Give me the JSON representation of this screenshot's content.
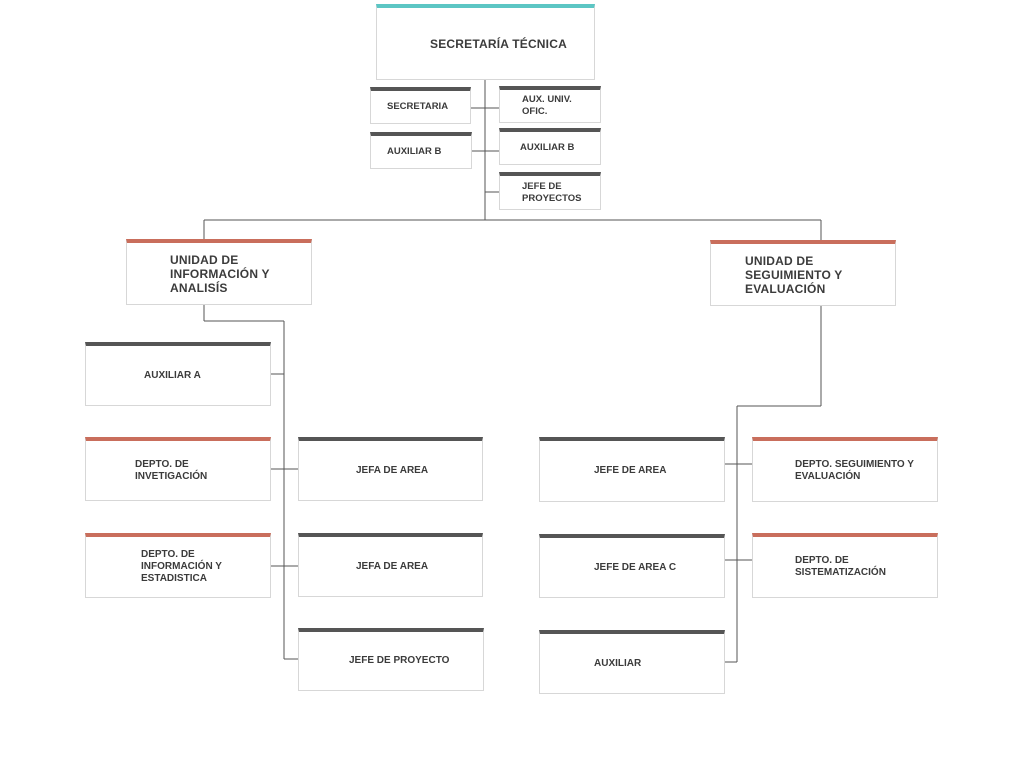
{
  "colors": {
    "line": "#555555",
    "accent_teal": "#5cc6c4",
    "accent_dark": "#555555",
    "accent_red": "#c96e5c",
    "box_border": "#d7d7d7",
    "text": "#3b3b3b"
  },
  "top": {
    "main": "SECRETARÍA TÉCNICA",
    "secretaria": "SECRETARIA",
    "aux_univ": "AUX. UNIV.\nOFIC.",
    "auxiliar_b_left": "AUXILIAR B",
    "auxiliar_b_right": "AUXILIAR B",
    "jefe_proyectos": "JEFE DE\nPROYECTOS"
  },
  "left_unit": {
    "title": "UNIDAD DE\nINFORMACIÓN Y\nANALISÍS",
    "auxiliar_a": "AUXILIAR A",
    "depto_investigacion": "DEPTO. DE\nINVETIGACIÓN",
    "depto_informacion": "DEPTO. DE\nINFORMACIÓN Y\nESTADISTICA",
    "jefa_area_1": "JEFA DE AREA",
    "jefa_area_2": "JEFA DE AREA",
    "jefe_proyecto": "JEFE DE PROYECTO"
  },
  "right_unit": {
    "title": "UNIDAD DE\nSEGUIMIENTO Y\nEVALUACIÓN",
    "jefe_area": "JEFE DE AREA",
    "jefe_area_c": "JEFE DE AREA C",
    "auxiliar": "AUXILIAR",
    "depto_seguimiento": "DEPTO. SEGUIMIENTO Y\nEVALUACIÓN",
    "depto_sistematizacion": "DEPTO. DE\nSISTEMATIZACIÓN"
  }
}
